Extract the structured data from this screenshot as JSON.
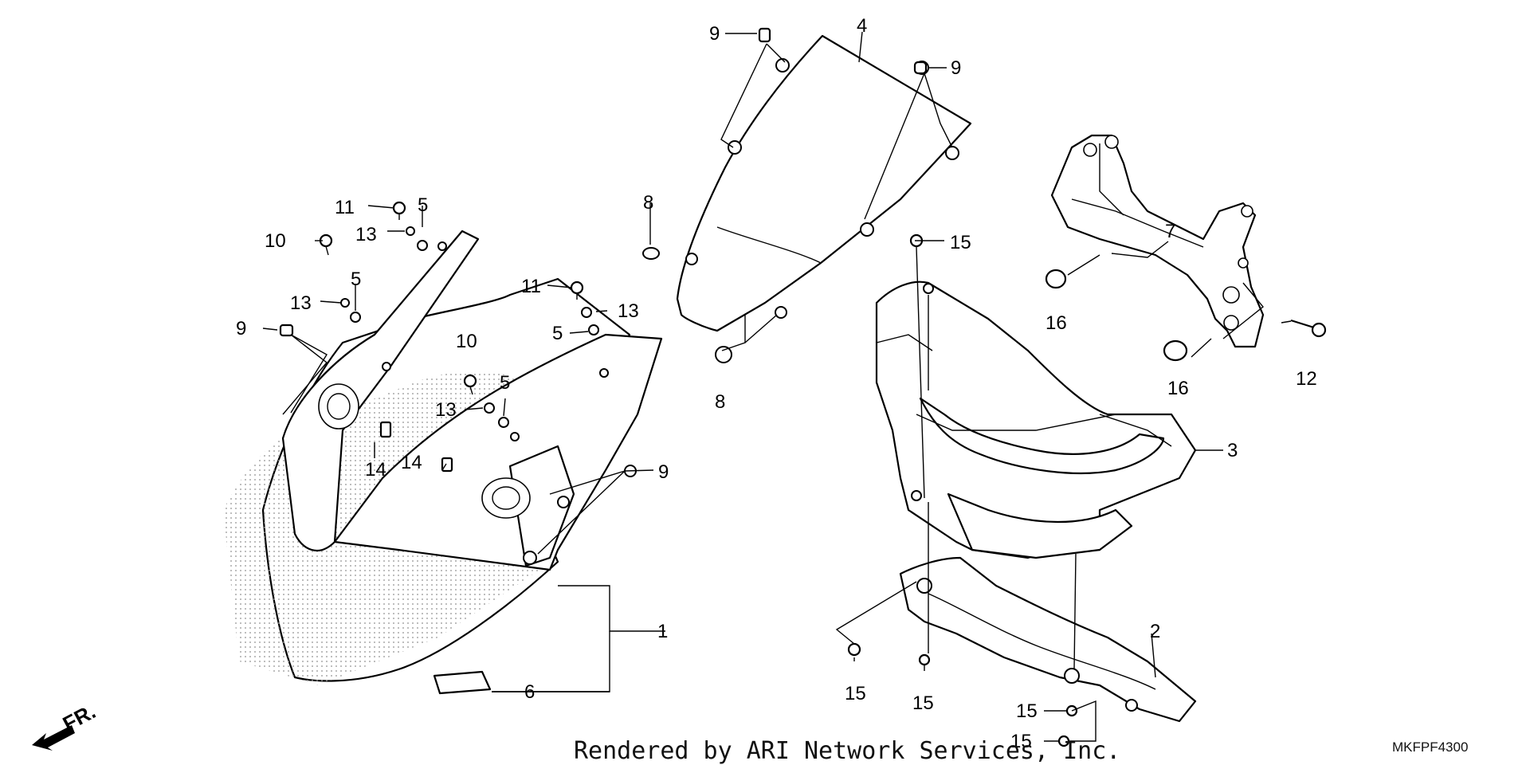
{
  "diagram": {
    "callouts": [
      {
        "id": "c1",
        "text": "1"
      },
      {
        "id": "c2",
        "text": "2"
      },
      {
        "id": "c3",
        "text": "3"
      },
      {
        "id": "c4",
        "text": "4"
      },
      {
        "id": "c5a",
        "text": "5"
      },
      {
        "id": "c5b",
        "text": "5"
      },
      {
        "id": "c5c",
        "text": "5"
      },
      {
        "id": "c5d",
        "text": "5"
      },
      {
        "id": "c6",
        "text": "6"
      },
      {
        "id": "c7",
        "text": "7"
      },
      {
        "id": "c8a",
        "text": "8"
      },
      {
        "id": "c8b",
        "text": "8"
      },
      {
        "id": "c9a",
        "text": "9"
      },
      {
        "id": "c9b",
        "text": "9"
      },
      {
        "id": "c9c",
        "text": "9"
      },
      {
        "id": "c9d",
        "text": "9"
      },
      {
        "id": "c10a",
        "text": "10"
      },
      {
        "id": "c10b",
        "text": "10"
      },
      {
        "id": "c11a",
        "text": "11"
      },
      {
        "id": "c11b",
        "text": "11"
      },
      {
        "id": "c12",
        "text": "12"
      },
      {
        "id": "c13a",
        "text": "13"
      },
      {
        "id": "c13b",
        "text": "13"
      },
      {
        "id": "c13c",
        "text": "13"
      },
      {
        "id": "c13d",
        "text": "13"
      },
      {
        "id": "c14a",
        "text": "14"
      },
      {
        "id": "c14b",
        "text": "14"
      },
      {
        "id": "c15a",
        "text": "15"
      },
      {
        "id": "c15b",
        "text": "15"
      },
      {
        "id": "c15c",
        "text": "15"
      },
      {
        "id": "c15d",
        "text": "15"
      },
      {
        "id": "c15e",
        "text": "15"
      },
      {
        "id": "c16a",
        "text": "16"
      },
      {
        "id": "c16b",
        "text": "16"
      }
    ],
    "direction_label": "FR.",
    "footer_text": "Rendered by ARI Network Services, Inc.",
    "diagram_code": "MKFPF4300"
  }
}
